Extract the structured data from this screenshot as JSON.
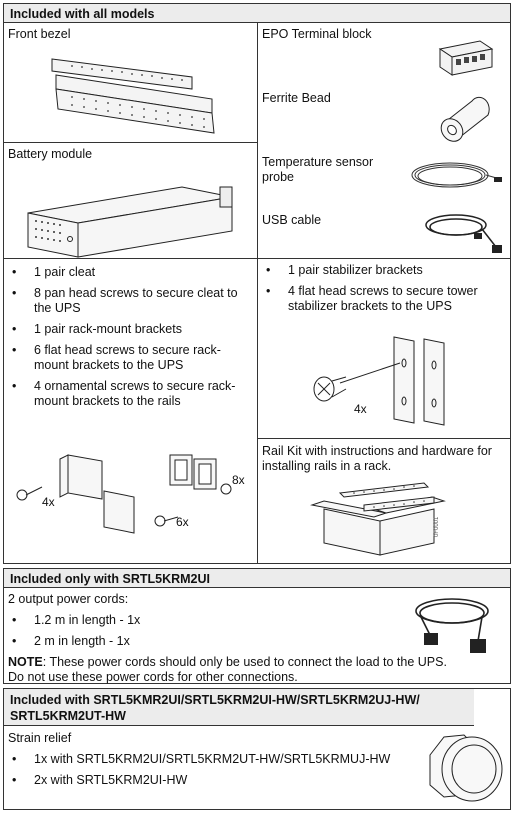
{
  "section1": {
    "header": "Included with all models",
    "front_bezel": "Front bezel",
    "battery_module": "Battery module",
    "epo": "EPO Terminal block",
    "ferrite": "Ferrite Bead",
    "temp_sensor": "Temperature sensor probe",
    "usb": "USB cable",
    "rack_items": [
      "1 pair cleat",
      "8 pan head screws to secure cleat to the UPS",
      "1 pair rack-mount brackets",
      "6 flat head screws to secure rack-mount brackets to the UPS",
      "4 ornamental screws to secure rack-mount brackets to the rails"
    ],
    "tower_items": [
      "1 pair stabilizer brackets",
      "4 flat head screws to secure tower stabilizer brackets to the UPS"
    ],
    "callouts": {
      "a": "4x",
      "b": "8x",
      "c": "6x",
      "d": "4x"
    },
    "rail_kit": "Rail Kit with instructions and hardware for installing rails in a rack.",
    "rail_code": "0F0001"
  },
  "section2": {
    "header": "Included only with SRTL5KRM2UI",
    "intro": "2 output power cords:",
    "items": [
      "1.2 m in length - 1x",
      "2 m in length - 1x"
    ],
    "note_label": "NOTE",
    "note_text": ": These power cords should only be used to connect the load to the UPS. Do not use these power cords for other connections."
  },
  "section3": {
    "header": "Included with SRTL5KMR2UI/SRTL5KRM2UI-HW/SRTL5KRM2UJ-HW/ SRTL5KRM2UT-HW",
    "label": "Strain relief",
    "items": [
      "1x with SRTL5KRM2UI/SRTL5KRM2UT-HW/SRTL5KRMUJ-HW",
      "2x with SRTL5KRM2UI-HW"
    ]
  }
}
